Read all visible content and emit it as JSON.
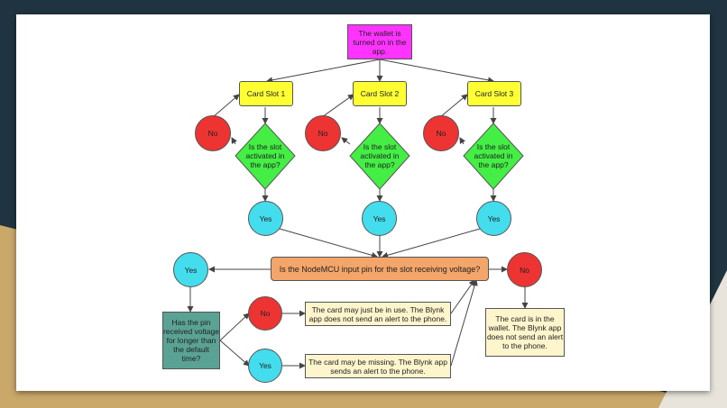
{
  "colors": {
    "background": "#1f3440",
    "accent_tan": "#c9a86a",
    "start": "#ff33ff",
    "card_slot": "#ffff33",
    "no": "#ee3333",
    "yes": "#44ddee",
    "decision": "#44ee44",
    "voltage_check": "#f4a66a",
    "result": "#fff5cc",
    "timer_check": "#5aa394"
  },
  "flowchart": {
    "start": "The wallet is turned on in the app.",
    "slots": [
      {
        "label": "Card Slot 1",
        "question": "Is the slot activated in the app?",
        "no": "No",
        "yes": "Yes"
      },
      {
        "label": "Card Slot 2",
        "question": "Is the slot activated in the app?",
        "no": "No",
        "yes": "Yes"
      },
      {
        "label": "Card Slot 3",
        "question": "Is the slot activated in the app?",
        "no": "No",
        "yes": "Yes"
      }
    ],
    "voltage_question": "Is the NodeMCU input pin for the slot receiving voltage?",
    "voltage_yes": "Yes",
    "voltage_no": "No",
    "timer_question": "Has the pin received voltage for longer than the default time?",
    "timer_no": "No",
    "timer_yes": "Yes",
    "in_use_text": "The card may just be in use. The Blynk app does not send an alert to the phone.",
    "missing_text": "The card may be missing. The Blynk app sends an alert to the phone.",
    "in_wallet_text": "The card is in the wallet. The Blynk app does not send an alert to the phone."
  }
}
